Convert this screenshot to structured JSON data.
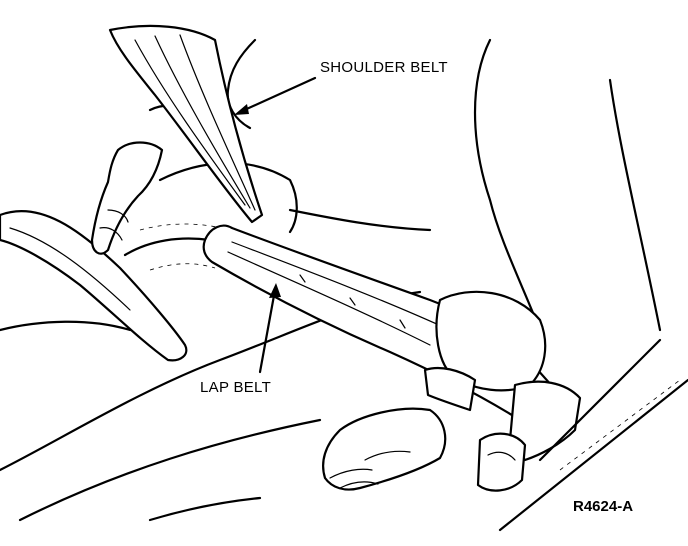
{
  "labels": {
    "shoulder_belt": "SHOULDER BELT",
    "lap_belt": "LAP BELT"
  },
  "figure_id": "R4624-A",
  "colors": {
    "ink": "#000000",
    "paper": "#ffffff"
  }
}
